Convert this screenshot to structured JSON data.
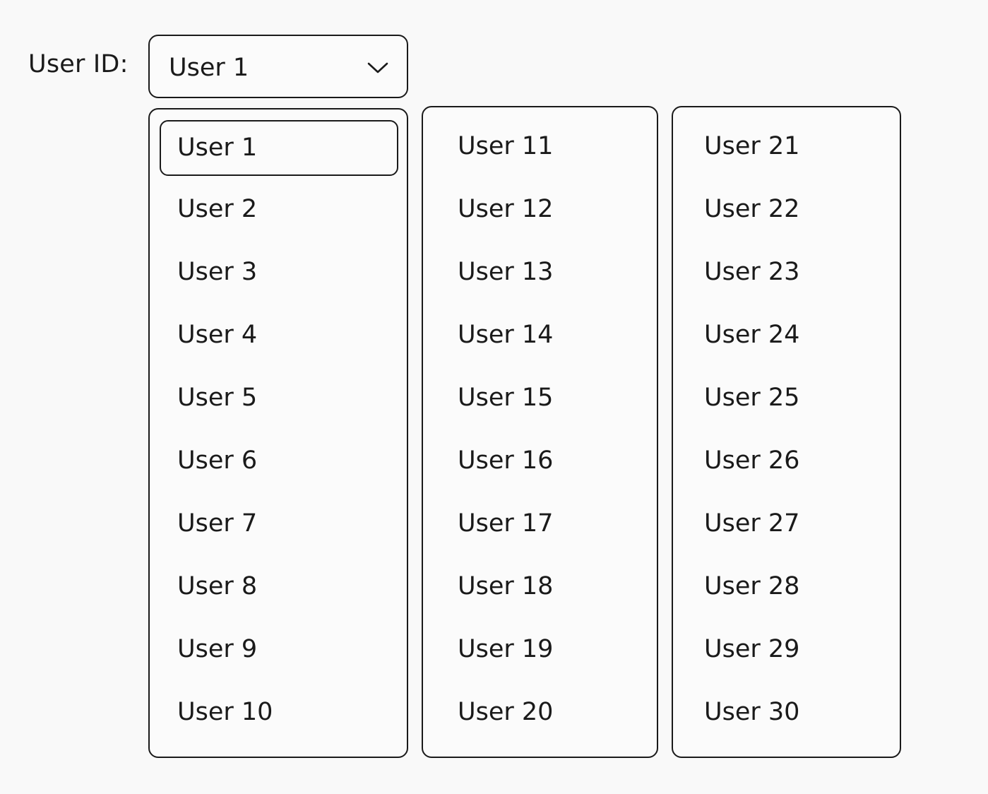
{
  "user_select": {
    "label": "User ID:",
    "value": "User 1",
    "icon": "chevron-down-icon",
    "selected_index": 0
  },
  "options": [
    {
      "label": "User 1",
      "selected": true
    },
    {
      "label": "User 2"
    },
    {
      "label": "User 3"
    },
    {
      "label": "User 4"
    },
    {
      "label": "User 5"
    },
    {
      "label": "User 6"
    },
    {
      "label": "User 7"
    },
    {
      "label": "User 8"
    },
    {
      "label": "User 9"
    },
    {
      "label": "User 10"
    },
    {
      "label": "User 11"
    },
    {
      "label": "User 12"
    },
    {
      "label": "User 13"
    },
    {
      "label": "User 14"
    },
    {
      "label": "User 15"
    },
    {
      "label": "User 16"
    },
    {
      "label": "User 17"
    },
    {
      "label": "User 18"
    },
    {
      "label": "User 19"
    },
    {
      "label": "User 20"
    },
    {
      "label": "User 21"
    },
    {
      "label": "User 22"
    },
    {
      "label": "User 23"
    },
    {
      "label": "User 24"
    },
    {
      "label": "User 25"
    },
    {
      "label": "User 26"
    },
    {
      "label": "User 27"
    },
    {
      "label": "User 28"
    },
    {
      "label": "User 29"
    },
    {
      "label": "User 30"
    }
  ]
}
